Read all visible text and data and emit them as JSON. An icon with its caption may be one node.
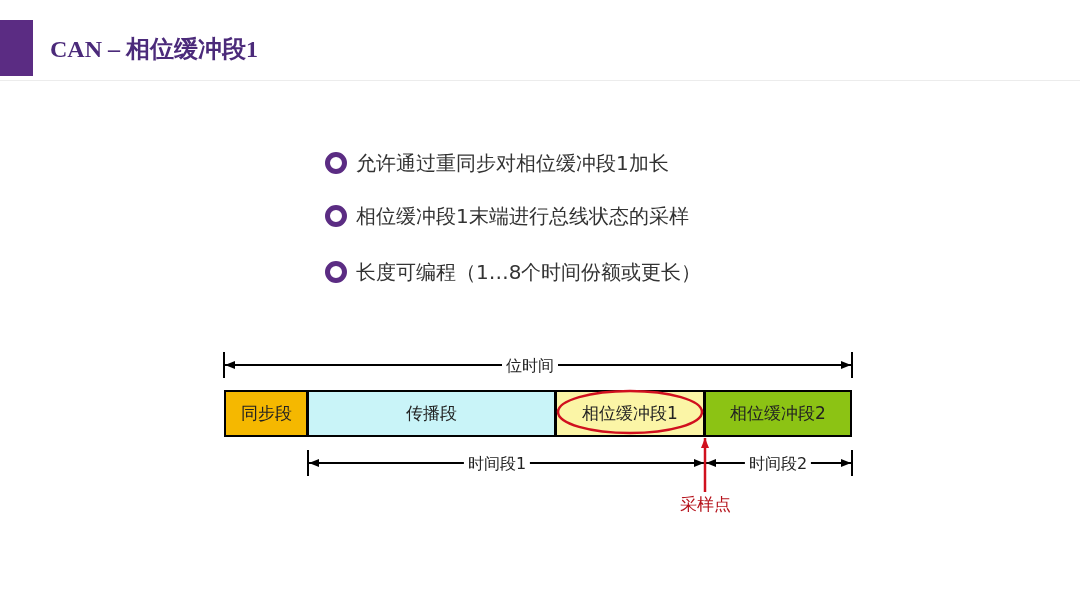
{
  "diagram": {
    "title": "CAN – 相位缓冲段1",
    "nodes": [
      {
        "text": [
          "同步段"
        ]
      },
      {
        "text": [
          "传播段"
        ]
      },
      {
        "text": [
          "相位缓冲段1"
        ]
      },
      {
        "text": [
          "相位缓冲段2"
        ]
      },
      {
        "text": [
          "采样点"
        ]
      }
    ],
    "edges": [
      {
        "from": 4,
        "to": 3,
        "arrow": "to"
      }
    ],
    "labels": [
      "允许通过重同步对相位缓冲段1加长",
      "相位缓冲段1末端进行总线状态的采样",
      "长度可编程（1…8个时间份额或更长）",
      "位时间",
      "时间段1",
      "时间段2"
    ]
  }
}
